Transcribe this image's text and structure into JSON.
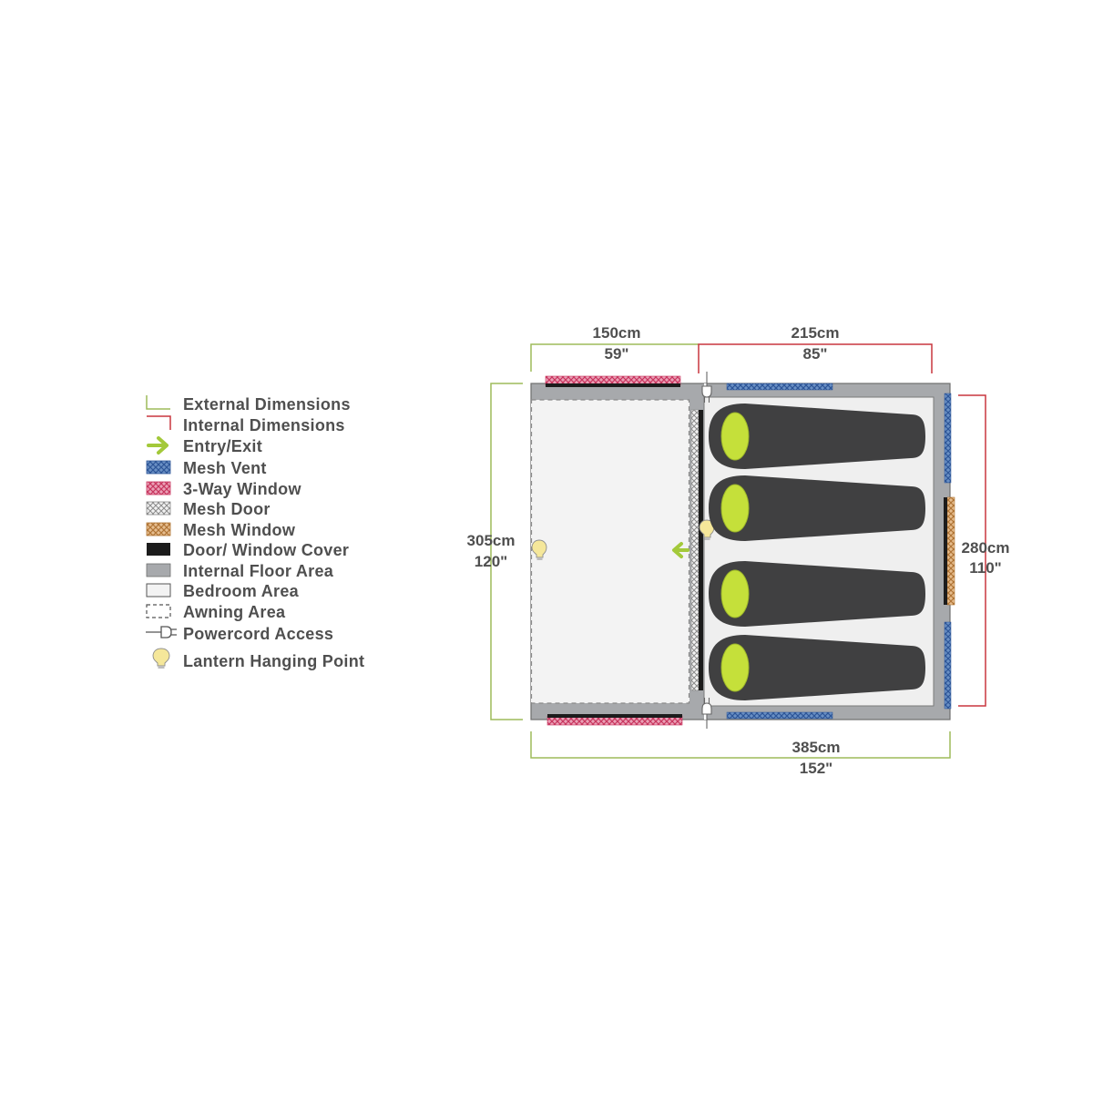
{
  "legend": {
    "items": [
      {
        "key": "external",
        "label": "External Dimensions"
      },
      {
        "key": "internal",
        "label": "Internal Dimensions"
      },
      {
        "key": "entry",
        "label": "Entry/Exit"
      },
      {
        "key": "mesh_vent",
        "label": "Mesh Vent"
      },
      {
        "key": "three_way_window",
        "label": "3-Way Window"
      },
      {
        "key": "mesh_door",
        "label": "Mesh Door"
      },
      {
        "key": "mesh_window",
        "label": "Mesh Window"
      },
      {
        "key": "door_cover",
        "label": "Door/ Window Cover"
      },
      {
        "key": "internal_floor",
        "label": "Internal Floor Area"
      },
      {
        "key": "bedroom",
        "label": "Bedroom Area"
      },
      {
        "key": "awning",
        "label": "Awning Area"
      },
      {
        "key": "powercord",
        "label": "Powercord Access"
      },
      {
        "key": "lantern",
        "label": "Lantern Hanging Point"
      }
    ]
  },
  "dimensions": {
    "awning_width": {
      "cm": "150cm",
      "in": "59\""
    },
    "bedroom_width": {
      "cm": "215cm",
      "in": "85\""
    },
    "total_length": {
      "cm": "385cm",
      "in": "152\""
    },
    "external_depth": {
      "cm": "305cm",
      "in": "120\""
    },
    "internal_depth": {
      "cm": "280cm",
      "in": "110\""
    }
  },
  "colors": {
    "external": "#9dbb5a",
    "internal": "#c8363f",
    "entry": "#a3c93a",
    "mesh_vent": "#3f6fb0",
    "three_way_window": "#d9557c",
    "mesh_door": "#9a9a9a",
    "mesh_window": "#c98a4e",
    "door_cover": "#1c1c1c",
    "internal_floor": "#a7a9ac",
    "bedroom": "#efefef",
    "awning_fill": "#f3f3f3",
    "sleeping_bag": "#404041",
    "bag_head": "#c5e03a",
    "lantern": "#f5e79a",
    "text": "#4f4f4f"
  }
}
